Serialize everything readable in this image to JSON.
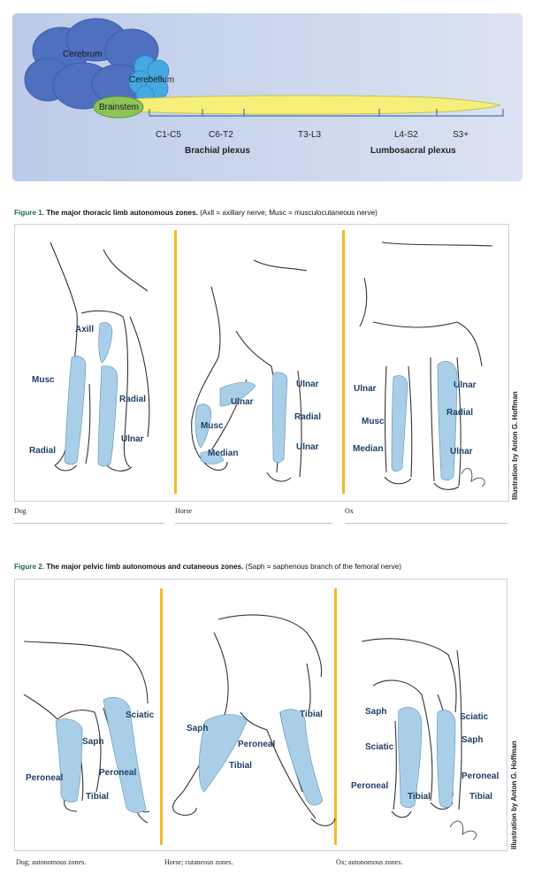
{
  "spinal_panel": {
    "brain_labels": {
      "cerebrum": "Cerebrum",
      "cerebellum": "Cerebellum",
      "brainstem": "Brainstem"
    },
    "segments": [
      "C1-C5",
      "C6-T2",
      "T3-L3",
      "L4-S2",
      "S3+"
    ],
    "plexus": {
      "brachial": "Brachial plexus",
      "lumbosacral": "Lumbosacral plexus"
    },
    "colors": {
      "background": "#c7d4ec",
      "cerebrum": "#4f6fbf",
      "cerebellum": "#45a8e0",
      "brainstem": "#8ec35a",
      "cord": "#f6f07a",
      "bracket": "#4a6fb5"
    }
  },
  "figure1": {
    "number": "Figure 1.",
    "heading": "The major thoracic limb autonomous zones.",
    "note": "(Axll = axillary nerve; Musc = musculocutaneous nerve)",
    "credit": "Illustration by Anton G. Hoffman",
    "captions": [
      "Dog",
      "Horse",
      "Ox"
    ],
    "dog_labels": {
      "axill": "Axill",
      "musc": "Musc",
      "radial_right": "Radial",
      "radial_left": "Radial",
      "ulnar": "Ulnar"
    },
    "horse_labels": {
      "ulnar_mid": "Ulnar",
      "ulnar_top": "Ulnar",
      "musc": "Musc",
      "radial": "Radial",
      "median": "Median",
      "ulnar_bottom": "Ulnar"
    },
    "ox_labels": {
      "ulnar_left": "Ulnar",
      "ulnar_right": "Ulnar",
      "musc": "Musc",
      "radial": "Radial",
      "median": "Median",
      "ulnar_bottom": "Ulnar"
    }
  },
  "figure2": {
    "number": "Figure 2.",
    "heading": "The major pelvic limb autonomous and cutaneous zones.",
    "note": "(Saph = saphenous branch of the femoral nerve)",
    "credit": "Illustration by Anton G. Hoffman",
    "captions": [
      "Dog; autonomous zones.",
      "Horse; cutaneous zones.",
      "Ox; autonomous zones."
    ],
    "dog_labels": {
      "sciatic": "Sciatic",
      "saph": "Saph",
      "peroneal_left": "Peroneal",
      "peroneal_right": "Peroneal",
      "tibial": "Tibial"
    },
    "horse_labels": {
      "tibial_top": "Tibial",
      "saph": "Saph",
      "peroneal": "Peroneal",
      "tibial_bottom": "Tibial"
    },
    "ox_labels": {
      "saph_left": "Saph",
      "sciatic_right": "Sciatic",
      "saph_right": "Saph",
      "sciatic_left": "Sciatic",
      "peroneal_left": "Peroneal",
      "peroneal_right": "Peroneal",
      "tibial_left": "Tibial",
      "tibial_right": "Tibial"
    }
  }
}
